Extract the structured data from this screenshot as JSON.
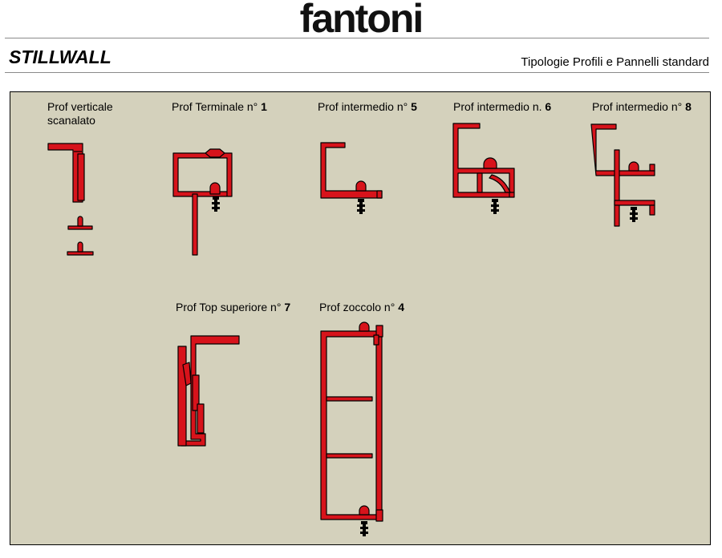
{
  "header": {
    "brand": "fantoni",
    "title": "STILLWALL",
    "subtitle": "Tipologie Profili e Pannelli standard"
  },
  "profiles": [
    {
      "label_line1": "Prof verticale",
      "label_line2": "scanalato",
      "icon": "vertical-grooved-profile-icon"
    },
    {
      "label": "Prof Terminale n°",
      "number": "1",
      "icon": "terminal-profile-icon"
    },
    {
      "label": "Prof intermedio n°",
      "number": "5",
      "icon": "intermediate-profile-5-icon"
    },
    {
      "label": "Prof intermedio n.",
      "number": "6",
      "icon": "intermediate-profile-6-icon"
    },
    {
      "label": "Prof intermedio n°",
      "number": "8",
      "icon": "intermediate-profile-8-icon"
    },
    {
      "label": "Prof Top superiore n°",
      "number": "7",
      "icon": "top-profile-icon"
    },
    {
      "label": "Prof zoccolo n°",
      "number": "4",
      "icon": "plinth-profile-icon"
    }
  ],
  "colors": {
    "profile_fill": "#d7131b",
    "profile_outline": "#000000",
    "panel_background": "#d4d1bc"
  }
}
